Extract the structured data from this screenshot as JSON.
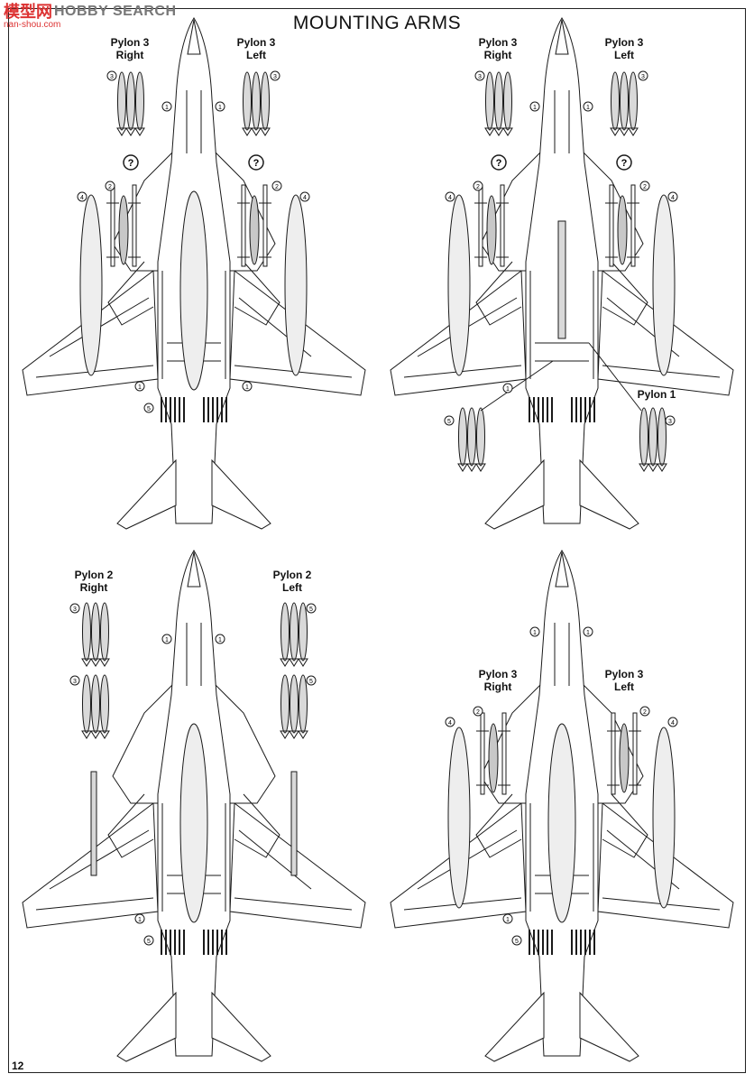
{
  "watermark": {
    "glyphs": "模型网",
    "word": "HOBBY SEARCH",
    "url": "nan-shou.com"
  },
  "page_title": "MOUNTING ARMS",
  "page_number": "12",
  "panels": [
    {
      "labels": [
        {
          "line1": "Pylon 3",
          "line2": "Right"
        },
        {
          "line1": "Pylon 3",
          "line2": "Left"
        }
      ],
      "extra": ""
    },
    {
      "labels": [
        {
          "line1": "Pylon 3",
          "line2": "Right"
        },
        {
          "line1": "Pylon 3",
          "line2": "Left"
        }
      ],
      "extra": "Pylon 1"
    },
    {
      "labels": [
        {
          "line1": "Pylon 2",
          "line2": "Right"
        },
        {
          "line1": "Pylon 2",
          "line2": "Left"
        }
      ],
      "extra": ""
    },
    {
      "labels": [
        {
          "line1": "Pylon 3",
          "line2": "Right"
        },
        {
          "line1": "Pylon 3",
          "line2": "Left"
        }
      ],
      "extra": ""
    }
  ],
  "callouts": {
    "c1": "1",
    "c2": "2",
    "c3": "3",
    "c4": "4",
    "c5": "5",
    "unknown": "?"
  },
  "colors": {
    "line": "#1a1a1a",
    "store_fill": "#d9d9d9",
    "tank_fill": "#eeeeee"
  }
}
